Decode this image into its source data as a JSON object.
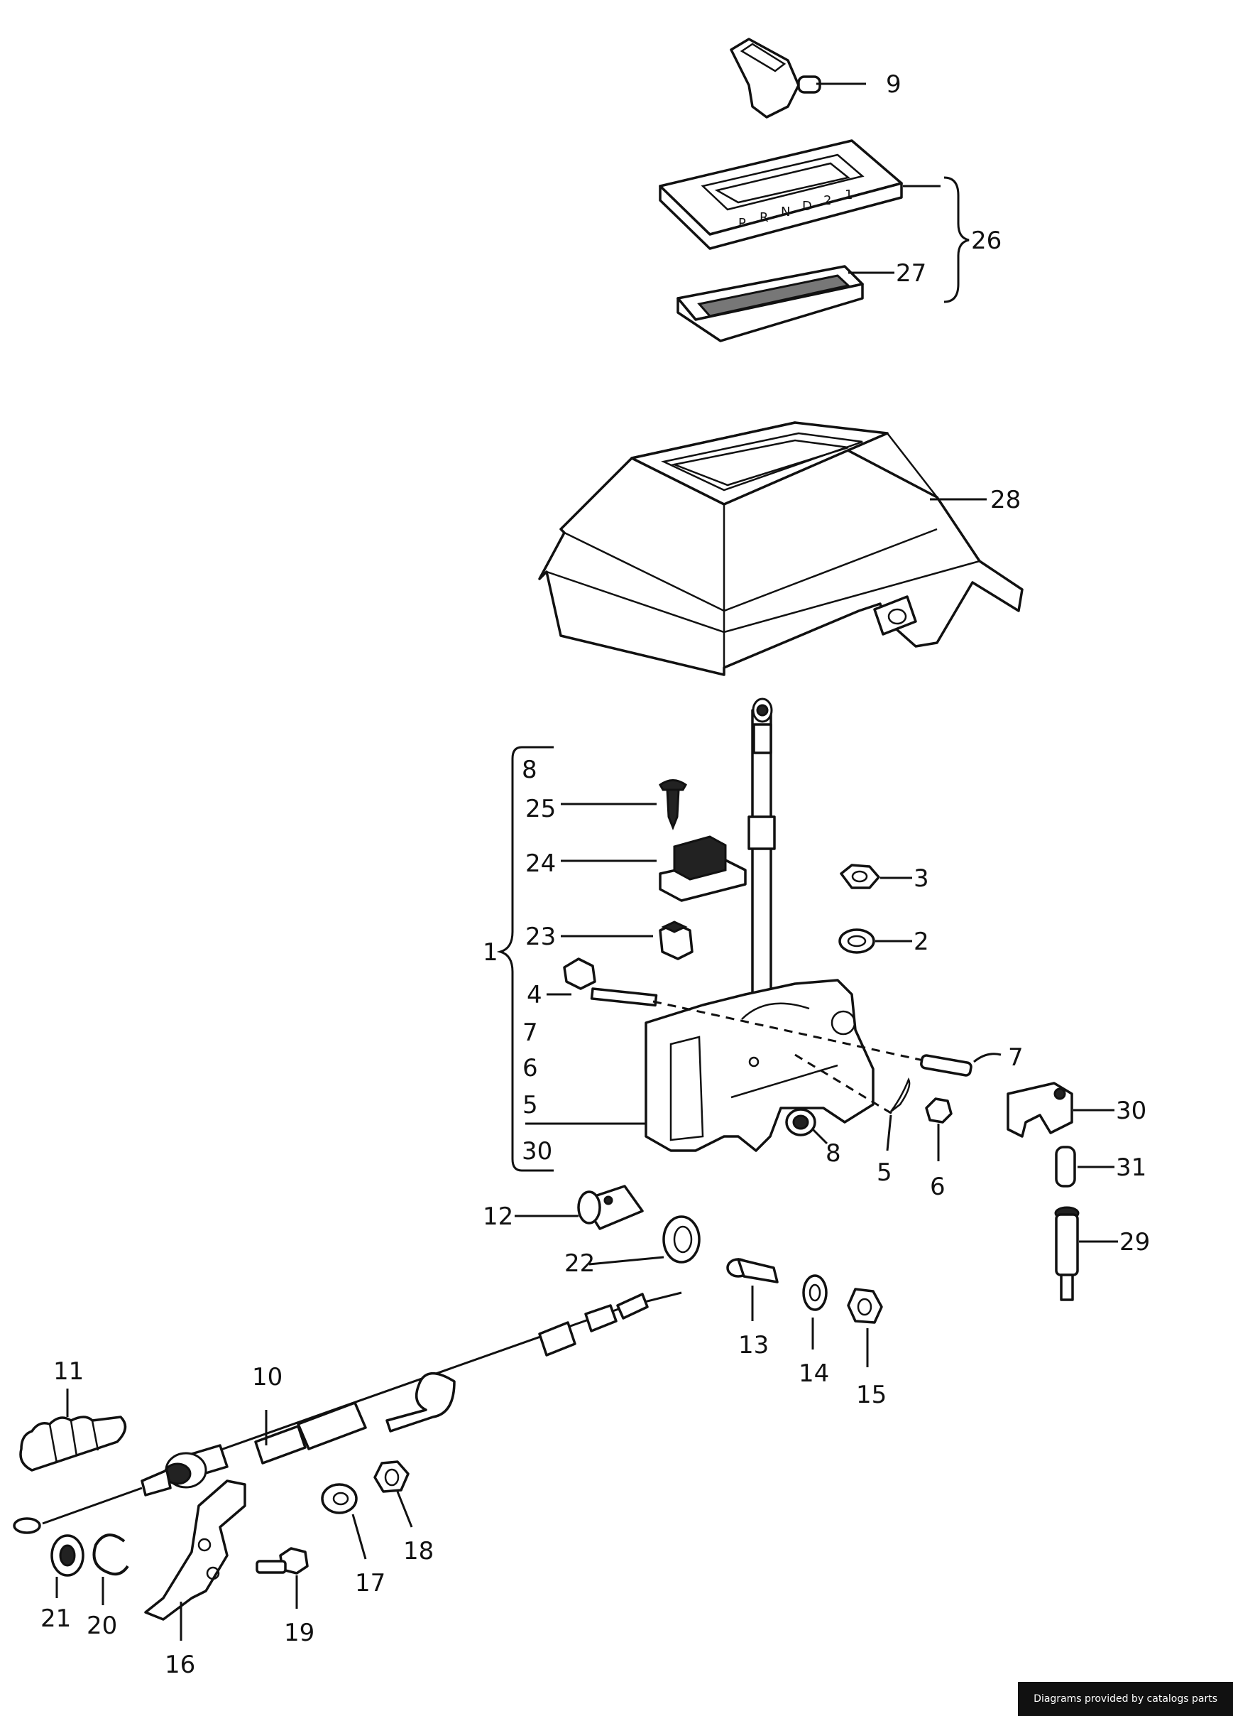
{
  "credit": "Diagrams provided by catalogs parts",
  "callouts": {
    "c9": "9",
    "c26": "26",
    "c27": "27",
    "c28": "28",
    "c8a": "8",
    "c25": "25",
    "c24": "24",
    "c23": "23",
    "c1": "1",
    "c4": "4",
    "c7a": "7",
    "c6a": "6",
    "c5a": "5",
    "c30a": "30",
    "c3": "3",
    "c2": "2",
    "c7b": "7",
    "c30b": "30",
    "c31": "31",
    "c29": "29",
    "c8b": "8",
    "c5b": "5",
    "c6b": "6",
    "c12": "12",
    "c22": "22",
    "c13": "13",
    "c14": "14",
    "c15": "15",
    "c11": "11",
    "c10": "10",
    "c21": "21",
    "c20": "20",
    "c16": "16",
    "c19": "19",
    "c17": "17",
    "c18": "18"
  },
  "gear_letters": [
    "P",
    "R",
    "N",
    "D",
    "2",
    "1"
  ]
}
